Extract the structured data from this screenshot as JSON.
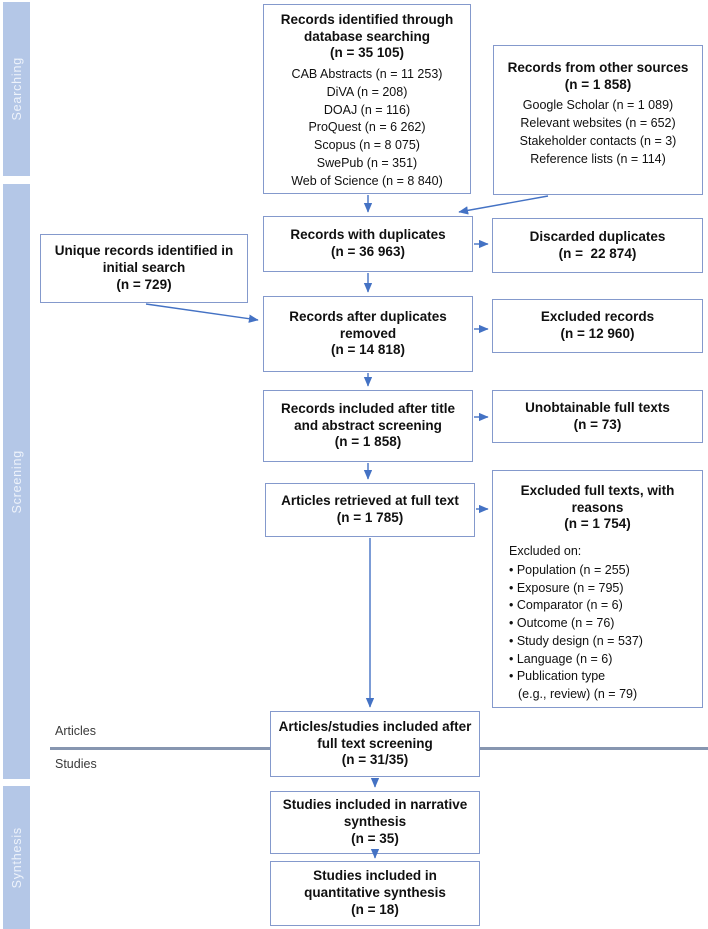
{
  "sidebar": {
    "bars": [
      "Searching",
      "Screening",
      "Synthesis"
    ]
  },
  "boxes": {
    "db_search": {
      "title": "Records identified through database searching",
      "count": "(n = 35 105)",
      "items": [
        "CAB Abstracts (n = 11 253)",
        "DiVA (n = 208)",
        "DOAJ (n = 116)",
        "ProQuest (n = 6 262)",
        "Scopus (n = 8 075)",
        "SwePub (n = 351)",
        "Web of Science (n = 8 840)"
      ]
    },
    "other_sources": {
      "title": "Records from other sources",
      "count": "(n = 1 858)",
      "items": [
        "Google Scholar (n = 1 089)",
        "Relevant websites (n = 652)",
        "Stakeholder contacts (n = 3)",
        "Reference lists (n = 114)"
      ]
    },
    "with_duplicates": {
      "title": "Records with duplicates",
      "count": "(n = 36 963)"
    },
    "discarded_duplicates": {
      "title": "Discarded duplicates",
      "count": "(n =  22 874)"
    },
    "unique_initial": {
      "title": "Unique records identified in initial search",
      "count": "(n = 729)"
    },
    "after_duplicates": {
      "title": "Records after duplicates removed",
      "count": "(n = 14 818)"
    },
    "excluded_records": {
      "title": "Excluded records",
      "count": "(n = 12 960)"
    },
    "title_abstract": {
      "title": "Records included after title and abstract screening",
      "count": "(n = 1 858)"
    },
    "unobtainable": {
      "title": "Unobtainable full texts",
      "count": "(n = 73)"
    },
    "full_text_retrieved": {
      "title": "Articles retrieved at full text",
      "count": "(n = 1 785)"
    },
    "excluded_full_texts": {
      "title": "Excluded full texts, with reasons",
      "count": "(n = 1 754)",
      "lead": "Excluded on:",
      "items": [
        "• Population (n = 255)",
        "• Exposure (n = 795)",
        "• Comparator (n = 6)",
        "• Outcome (n = 76)",
        "• Study design (n = 537)",
        "• Language (n = 6)",
        "• Publication type",
        "(e.g., review) (n = 79)"
      ]
    },
    "included_full_text": {
      "title": "Articles/studies included after full text screening",
      "count": "(n = 31/35)"
    },
    "narrative": {
      "title": "Studies included in narrative synthesis",
      "count": "(n = 35)"
    },
    "quantitative": {
      "title": "Studies included in quantitative synthesis",
      "count": "(n = 18)"
    }
  },
  "divider": {
    "articles_label": "Articles",
    "studies_label": "Studies"
  },
  "colors": {
    "bar_fill": "#b4c7e7",
    "box_border": "#8499cc",
    "arrow": "#4472c4",
    "divider": "#8796b0"
  }
}
